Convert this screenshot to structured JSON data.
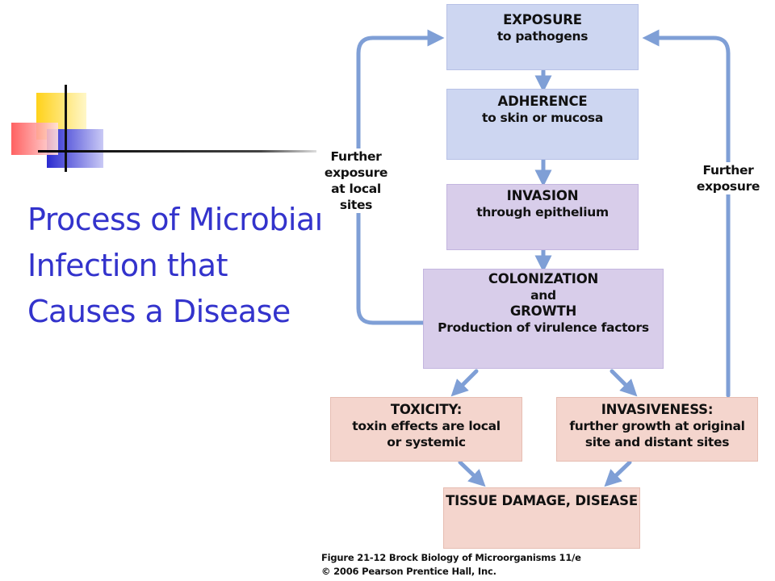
{
  "slide": {
    "title": "Process of Microbial Infection that Causes a Disease"
  },
  "diagram": {
    "exposure": {
      "heading": "EXPOSURE",
      "sub": "to pathogens"
    },
    "adherence": {
      "heading": "ADHERENCE",
      "sub": "to skin or mucosa"
    },
    "invasion": {
      "heading": "INVASION",
      "sub": "through epithelium"
    },
    "colonization": {
      "heading1": "COLONIZATION",
      "and": "and",
      "heading2": "GROWTH",
      "sub": "Production of virulence factors"
    },
    "toxicity": {
      "heading": "TOXICITY:",
      "sub1": "toxin effects are local",
      "sub2": "or systemic"
    },
    "invasiveness": {
      "heading": "INVASIVENESS:",
      "sub1": "further growth at original",
      "sub2": "site and distant sites"
    },
    "damage": {
      "heading": "TISSUE DAMAGE, DISEASE"
    },
    "left_loop": {
      "l1": "Further",
      "l2": "exposure",
      "l3": "at local",
      "l4": "sites"
    },
    "right_loop": {
      "l1": "Further",
      "l2": "exposure"
    }
  },
  "caption": {
    "line1": "Figure 21-12  Brock Biology of Microorganisms 11/e",
    "line2": "© 2006 Pearson Prentice Hall, Inc."
  },
  "colors": {
    "title": "#3333cc",
    "arrow": "#7f9fd6",
    "box_blue": "#cdd6f1",
    "box_purple": "#d8cdea",
    "box_pink": "#f4d5cd"
  }
}
